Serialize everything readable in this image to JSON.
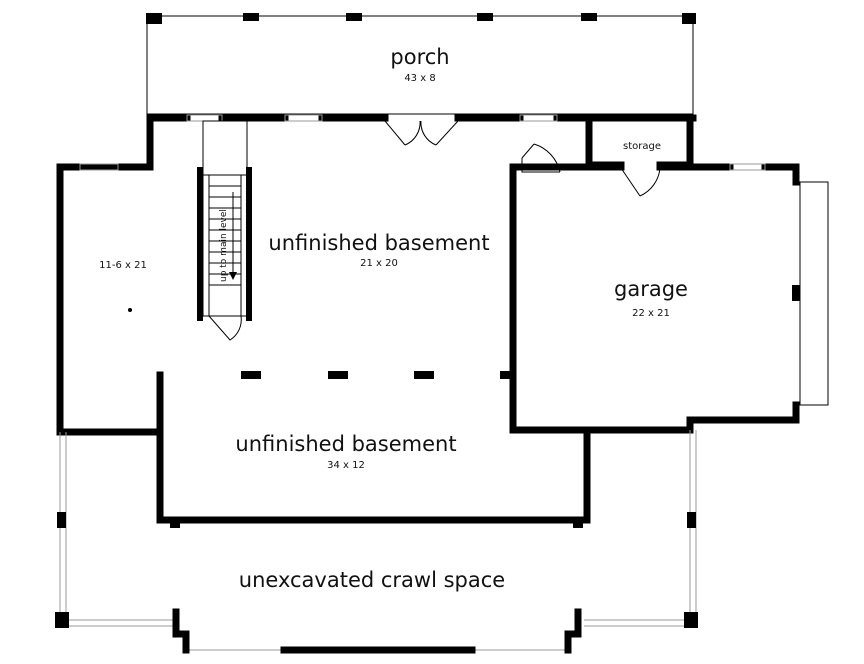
{
  "rooms": {
    "porch": {
      "name": "porch",
      "dims": "43 x 8"
    },
    "storage": {
      "name": "storage"
    },
    "left_room": {
      "dims": "11-6 x 21"
    },
    "basement_upper": {
      "name": "unfinished basement",
      "dims": "21 x 20"
    },
    "garage": {
      "name": "garage",
      "dims": "22 x 21"
    },
    "basement_lower": {
      "name": "unfinished basement",
      "dims": "34 x 12"
    },
    "crawl": {
      "name": "unexcavated crawl space"
    }
  },
  "stairs": {
    "label": "up to main level"
  }
}
